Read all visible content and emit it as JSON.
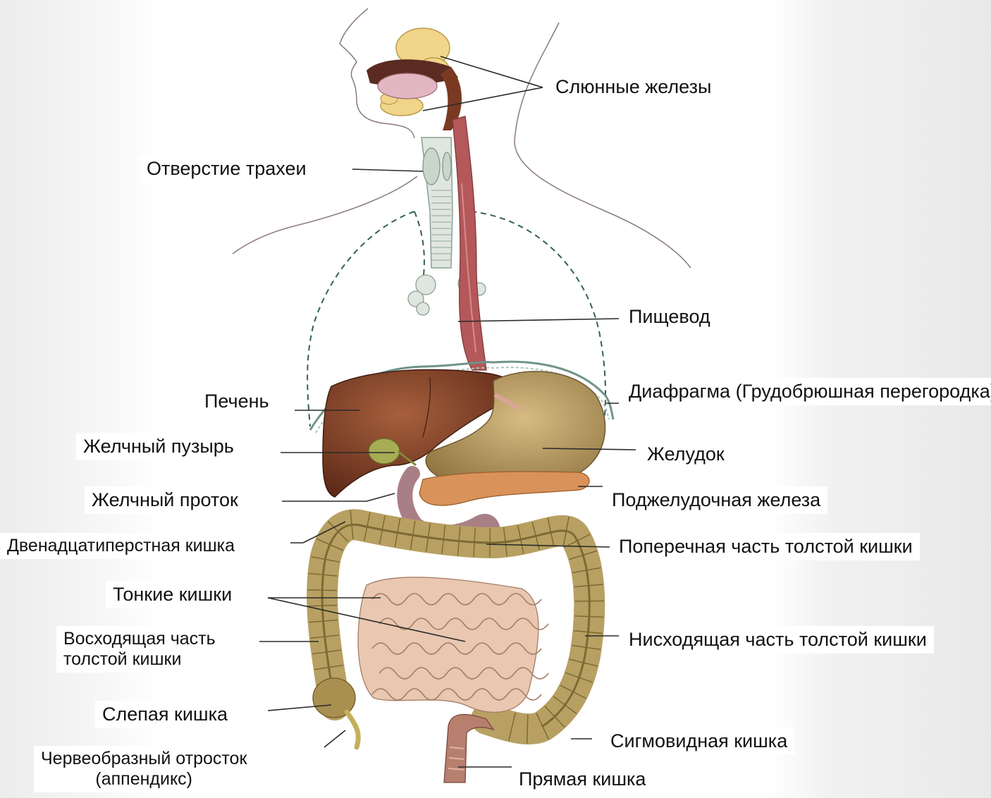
{
  "labels": {
    "salivary": "Слюнные железы",
    "trachea": "Отверстие трахеи",
    "esophagus": "Пищевод",
    "liver": "Печень",
    "diaphragm": "Диафрагма",
    "diaphragm_note": "(Грудобрюшная перегородка)",
    "gallbladder": "Желчный пузырь",
    "stomach": "Желудок",
    "bile_duct": "Желчный проток",
    "pancreas": "Поджелудочная железа",
    "duodenum": "Двенадцатиперстная кишка",
    "transverse_colon": "Поперечная часть толстой кишки",
    "small_intestine": "Тонкие кишки",
    "ascending_colon_1": "Восходящая часть",
    "ascending_colon_2": "толстой кишки",
    "descending_colon": "Нисходящая часть толстой кишки",
    "cecum": "Слепая кишка",
    "sigmoid": "Сигмовидная кишка",
    "appendix_1": "Червеобразный отросток",
    "appendix_2": "(аппендикс)",
    "rectum": "Прямая кишка"
  },
  "colors": {
    "liver": "#7a3a22",
    "stomach": "#b89a5e",
    "colon": "#b7a062",
    "small_intestine": "#e9c7b0",
    "pancreas": "#d9925a",
    "esophagus": "#b4585a",
    "trachea": "#dfe6df",
    "gallbladder": "#a6ad55",
    "salivary": "#f0d58a",
    "diaphragm": "#7fa79a",
    "outline": "#6b5a5a"
  }
}
